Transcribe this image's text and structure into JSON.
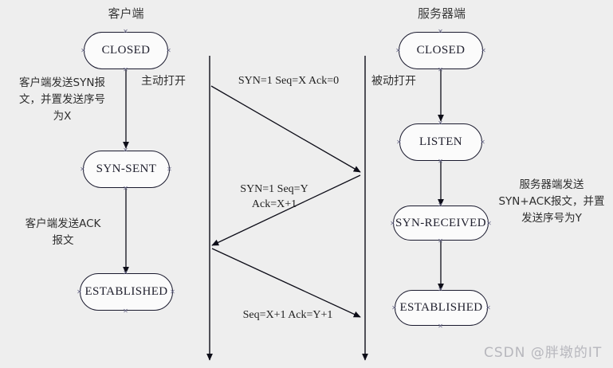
{
  "diagram": {
    "title_client": "客户端",
    "title_server": "服务器端",
    "watermark": "CSDN @胖墩的IT"
  },
  "client": {
    "states": [
      {
        "label": "CLOSED"
      },
      {
        "label": "SYN-SENT"
      },
      {
        "label": "ESTABLISHED"
      }
    ],
    "open_label": "主动打开",
    "notes": [
      "客户端发送SYN报\n文，并置发送序号\n为X",
      "客户端发送ACK\n报文"
    ]
  },
  "server": {
    "states": [
      {
        "label": "CLOSED"
      },
      {
        "label": "LISTEN"
      },
      {
        "label": "SYN-RECEIVED"
      },
      {
        "label": "ESTABLISHED"
      }
    ],
    "open_label": "被动打开",
    "notes": [
      "服务器端发送\nSYN+ACK报文，并置\n发送序号为Y"
    ]
  },
  "messages": [
    {
      "text": "SYN=1  Seq=X  Ack=0"
    },
    {
      "text": "SYN=1  Seq=Y\nAck=X+1"
    },
    {
      "text": "Seq=X+1  Ack=Y+1"
    }
  ],
  "colors": {
    "background": "#eeeeee",
    "stroke": "#1a1a2e",
    "node_fill": "#fbfbfb",
    "text": "#20202e",
    "watermark": "#b7b7bd"
  }
}
